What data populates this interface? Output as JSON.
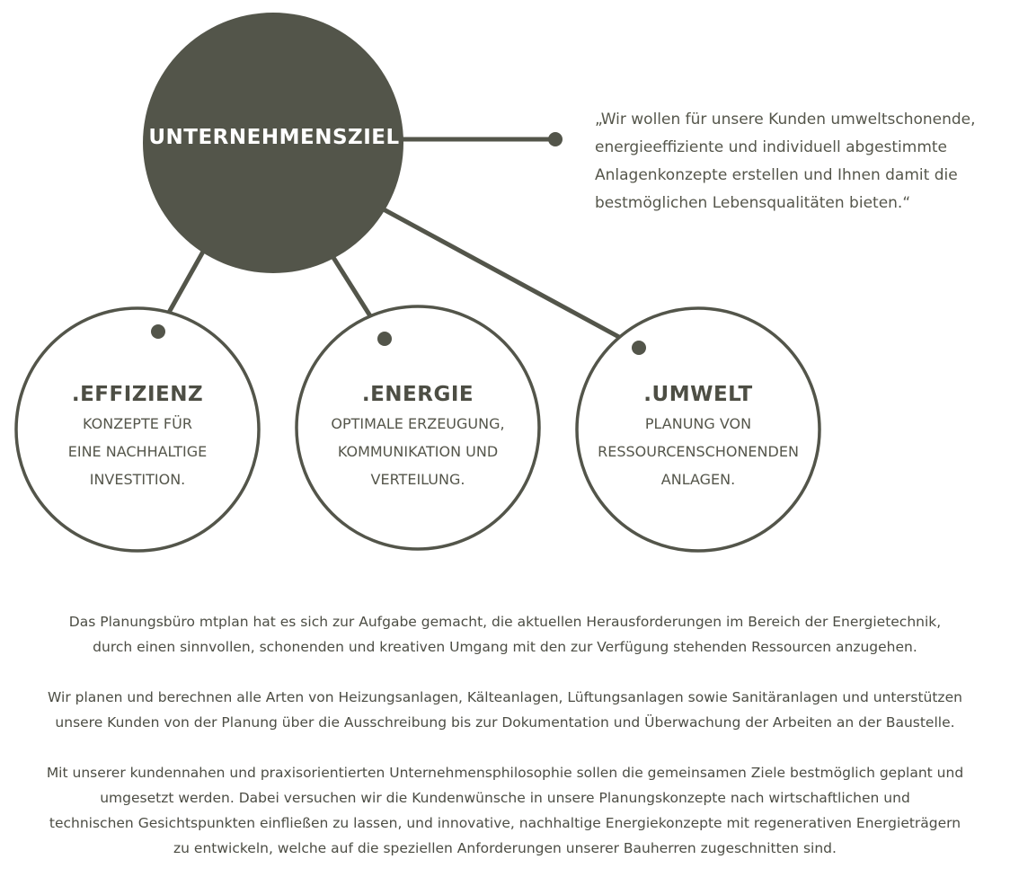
{
  "central": {
    "label": "UNTERNEHMENSZIEL"
  },
  "quote": {
    "lines": [
      "„Wir wollen für unsere Kunden umweltschonende,",
      "energieeffiziente und individuell abgestimmte",
      "Anlagenkonzepte erstellen und Ihnen damit die",
      "bestmöglichen Lebensqualitäten bieten.“"
    ]
  },
  "pillars": [
    {
      "title": ".EFFIZIENZ",
      "lines": [
        "KONZEPTE FÜR",
        "EINE NACHHALTIGE",
        "INVESTITION."
      ]
    },
    {
      "title": ".ENERGIE",
      "lines": [
        "OPTIMALE ERZEUGUNG,",
        "KOMMUNIKATION UND",
        "VERTEILUNG."
      ]
    },
    {
      "title": ".UMWELT",
      "lines": [
        "PLANUNG VON",
        "RESSOURCENSCHONENDEN",
        "ANLAGEN."
      ]
    }
  ],
  "paragraphs": [
    {
      "lines": [
        "Das Planungsbüro mtplan hat es sich zur Aufgabe gemacht, die aktuellen Herausforderungen im Bereich der Energietechnik,",
        "durch einen sinnvollen, schonenden und kreativen Umgang mit den zur Verfügung stehenden Ressourcen anzugehen."
      ]
    },
    {
      "lines": [
        "Wir planen und berechnen alle Arten von Heizungsanlagen, Kälteanlagen, Lüftungsanlagen sowie Sanitäranlagen und unterstützen",
        "unsere Kunden von der Planung über die Ausschreibung bis zur Dokumentation und Überwachung der Arbeiten an der Baustelle."
      ]
    },
    {
      "lines": [
        "Mit unserer kundennahen und praxisorientierten Unternehmensphilosophie sollen die gemeinsamen Ziele bestmöglich geplant und",
        "umgesetzt werden. Dabei versuchen wir die Kundenwünsche in unsere Planungskonzepte nach wirtschaftlichen und",
        "technischen Gesichtspunkten einfließen zu lassen, und innovative, nachhaltige Energiekonzepte mit regenerativen Energieträgern",
        "zu entwickeln, welche auf die speziellen Anforderungen unserer Bauherren zugeschnitten sind."
      ]
    }
  ],
  "colors": {
    "dark": "#53554a",
    "text": "#55564b",
    "background": "#ffffff"
  }
}
